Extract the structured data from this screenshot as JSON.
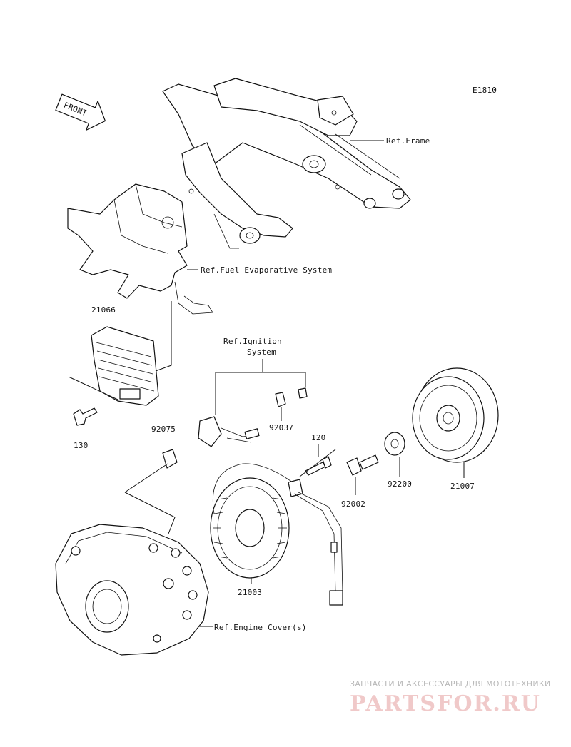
{
  "diagram": {
    "code": "E1810",
    "front_label": "FRONT",
    "refs": {
      "frame": "Ref.Frame",
      "fuel": "Ref.Fuel Evaporative System",
      "ignition_1": "Ref.Ignition",
      "ignition_2": "System",
      "engine_cover": "Ref.Engine Cover(s)"
    },
    "parts": {
      "p21066": "21066",
      "p130": "130",
      "p92075": "92075",
      "p92037": "92037",
      "p120": "120",
      "p92002": "92002",
      "p92200": "92200",
      "p21007": "21007",
      "p21003": "21003"
    }
  },
  "watermark": {
    "tagline": "ЗАПЧАСТИ И АКСЕССУАРЫ ДЛЯ МОТОТЕХНИКИ",
    "logo": "PARTSFOR.RU"
  }
}
